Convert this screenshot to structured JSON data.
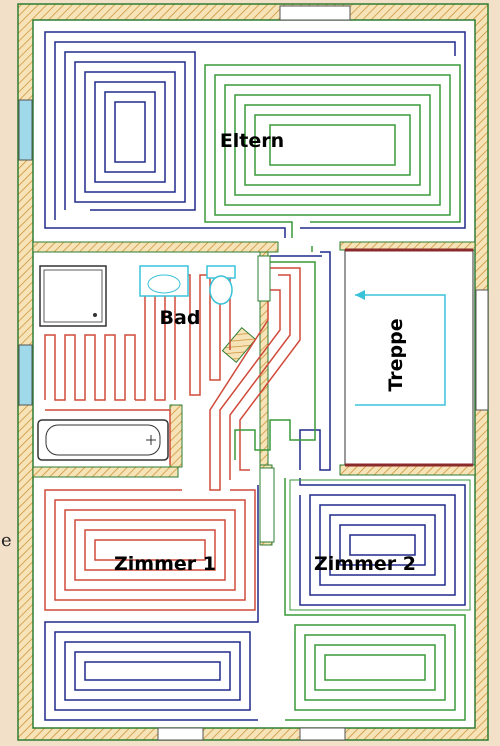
{
  "rooms": {
    "eltern": "Eltern",
    "bad": "Bad",
    "treppe": "Treppe",
    "zimmer1": "Zimmer 1",
    "zimmer2": "Zimmer 2"
  },
  "edge_text": "e",
  "colors": {
    "background": "#f3e0c8",
    "floor": "#ffffff",
    "wall_hatch": "#d4a24c",
    "wall_line": "#2e7d32",
    "pipe_blue": "#1f2a8a",
    "pipe_green": "#3a9a3a",
    "pipe_red": "#d04a3a",
    "stair": "#39c3d8",
    "stair_edge": "#8a2a2a",
    "window": "#9fd9ea"
  }
}
